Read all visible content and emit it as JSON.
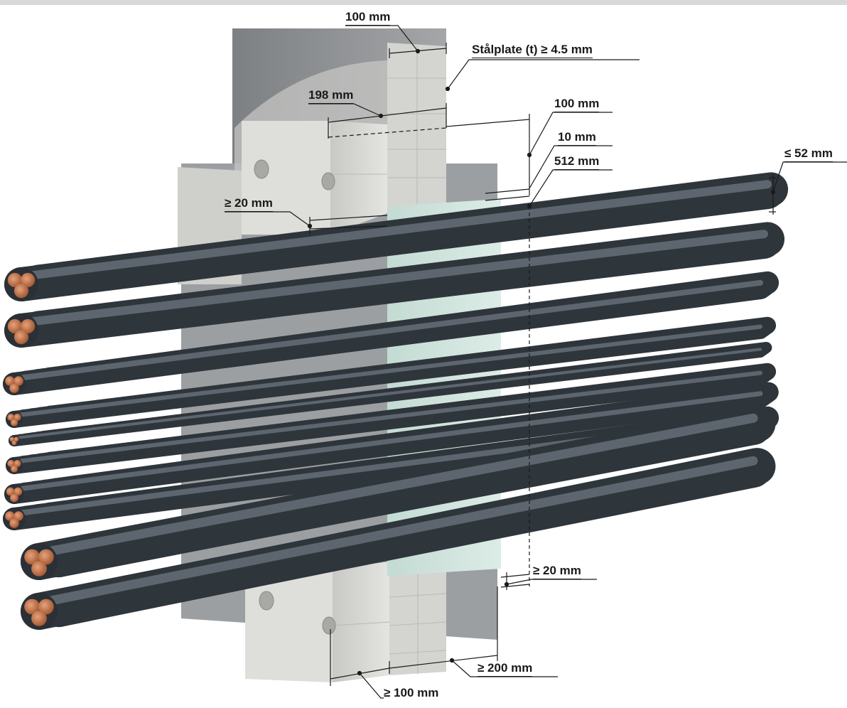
{
  "labels": {
    "depth_top": "100 mm",
    "steel_plate": "Stålplate (t) ≥ 4.5 mm",
    "block_depth": "198 mm",
    "upper_gap": "100 mm",
    "small_gap": "10 mm",
    "opening_height": "512 mm",
    "cable_diameter": "≤ 52 mm",
    "top_clearance": "≥ 20 mm",
    "bottom_clearance": "≥ 20 mm",
    "lower_depth": "≥ 200 mm",
    "block_width": "≥ 100 mm"
  },
  "colors": {
    "steel_plate": "#8e9093",
    "mineral_wool": "#d9d9d6",
    "seal_block": "#cfe3dc",
    "cable_jacket": "#3b444c",
    "copper_core": "#b8683c",
    "dimension_line": "#1a1a1a"
  }
}
